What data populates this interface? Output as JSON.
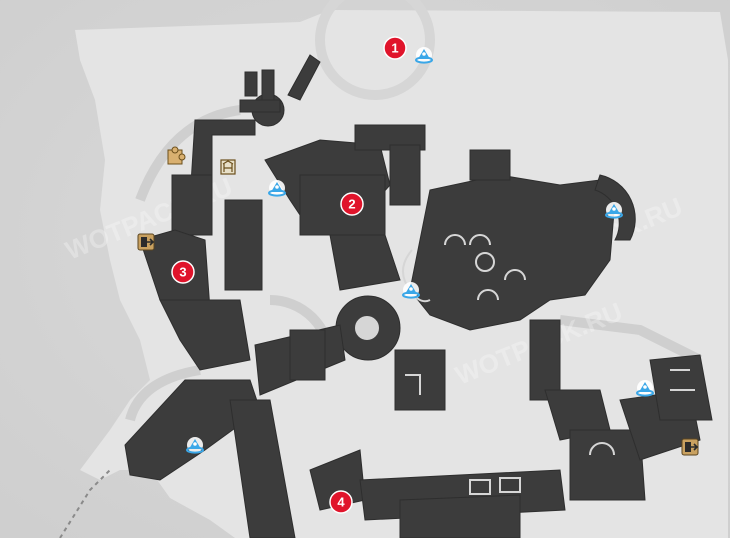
{
  "watermarks": [
    "WOTPACK.RU",
    "WOTPACK.RU",
    "WOTPACK.RU"
  ],
  "markers": [
    {
      "id": "marker-1",
      "label": "1"
    },
    {
      "id": "marker-2",
      "label": "2"
    },
    {
      "id": "marker-3",
      "label": "3"
    },
    {
      "id": "marker-4",
      "label": "4"
    }
  ],
  "icons": {
    "space_anchor": "space-anchor-icon",
    "exit": "exit-door-icon",
    "puzzle": "puzzle-piece-icon",
    "shop": "shop-icon"
  },
  "colors": {
    "background": "#d4d4d4",
    "terrain_light": "#e6e6e6",
    "walkable": "#3c3c3c",
    "marker_red": "#e0142b",
    "anchor_blue": "#3aa7e8",
    "exit_gold": "#c9a160"
  }
}
